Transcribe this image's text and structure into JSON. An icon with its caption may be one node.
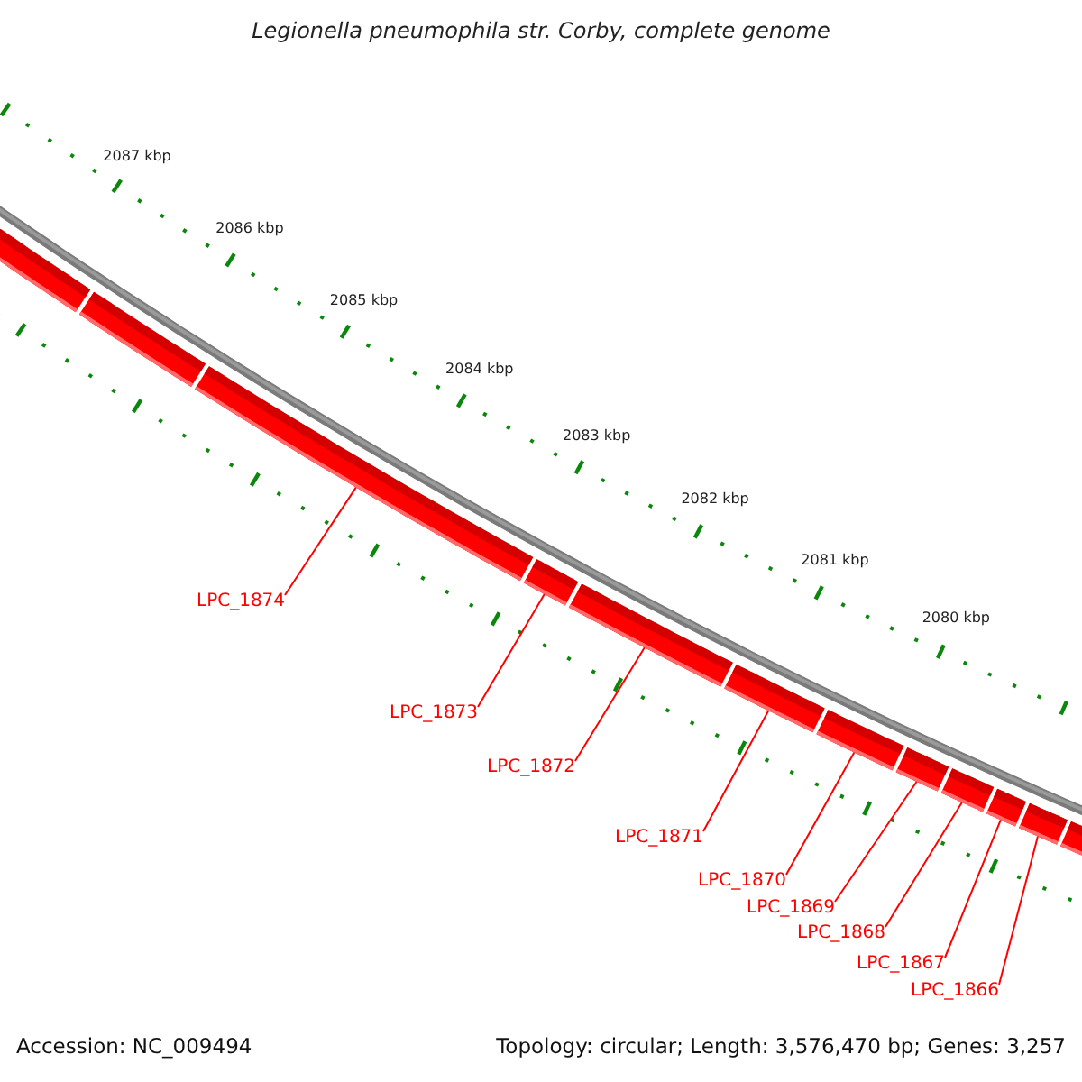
{
  "diagram": {
    "title": "Legionella pneumophila str. Corby, complete genome",
    "nodes": [
      {
        "text": [],
        "shape": "bar"
      },
      {
        "text": [],
        "shape": "bar"
      },
      {
        "text": [],
        "shape": "bar"
      },
      {
        "text": [],
        "shape": "bar"
      },
      {
        "text": [],
        "shape": "bar"
      },
      {
        "text": [],
        "shape": "bar"
      },
      {
        "text": [],
        "shape": "bar"
      },
      {
        "text": [],
        "shape": "bar"
      },
      {
        "text": [],
        "shape": "bar"
      },
      {
        "text": [],
        "shape": "bar"
      },
      {
        "text": [],
        "shape": "bar"
      },
      {
        "text": [],
        "shape": "bar"
      },
      {
        "text": [
          "LPC_1874"
        ]
      },
      {
        "text": [
          "LPC_1873"
        ]
      },
      {
        "text": [
          "LPC_1872"
        ]
      },
      {
        "text": [
          "LPC_1871"
        ]
      },
      {
        "text": [
          "LPC_1870"
        ]
      },
      {
        "text": [
          "LPC_1869"
        ]
      },
      {
        "text": [
          "LPC_1868"
        ]
      },
      {
        "text": [
          "LPC_1867"
        ]
      },
      {
        "text": [
          "LPC_1866"
        ]
      }
    ],
    "edges": [
      {
        "from": 12,
        "to": 2,
        "arrow": "none"
      },
      {
        "from": 13,
        "to": 3,
        "arrow": "none"
      },
      {
        "from": 14,
        "to": 4,
        "arrow": "none"
      },
      {
        "from": 15,
        "to": 5,
        "arrow": "none"
      },
      {
        "from": 16,
        "to": 6,
        "arrow": "none"
      },
      {
        "from": 17,
        "to": 7,
        "arrow": "none"
      },
      {
        "from": 18,
        "to": 8,
        "arrow": "none"
      },
      {
        "from": 19,
        "to": 9,
        "arrow": "none"
      },
      {
        "from": 20,
        "to": 10,
        "arrow": "none"
      }
    ],
    "labels": [
      "2087 kbp",
      "2086 kbp",
      "2085 kbp",
      "2084 kbp",
      "2083 kbp",
      "2082 kbp",
      "2081 kbp",
      "2080 kbp",
      "Accession: NC_009494",
      "Topology: circular; Length: 3,576,470 bp; Genes: 3,257"
    ]
  }
}
